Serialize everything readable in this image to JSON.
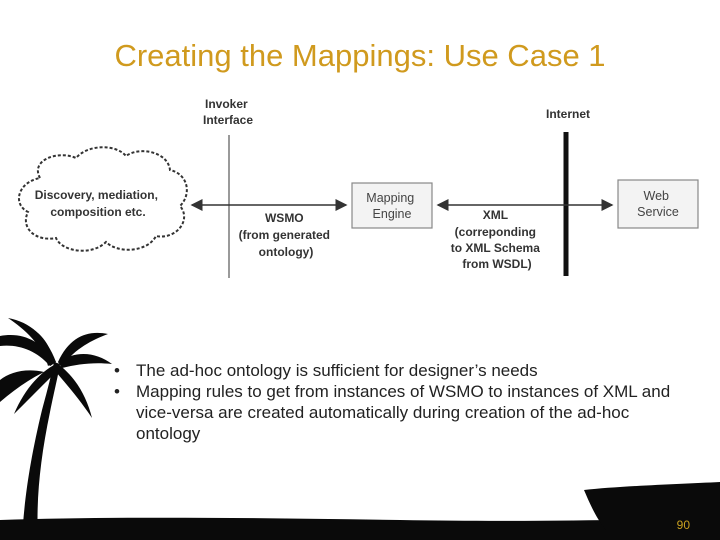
{
  "slide": {
    "title": "Creating the Mappings: Use Case 1",
    "page_number": "90"
  },
  "diagram": {
    "invoker_interface": [
      "Invoker",
      "Interface"
    ],
    "internet": "Internet",
    "cloud": [
      "Discovery, mediation,",
      "composition etc."
    ],
    "mapping_engine": [
      "Mapping",
      "Engine"
    ],
    "web_service": [
      "Web",
      "Service"
    ],
    "wsmo_label": [
      "WSMO",
      "(from generated",
      "ontology)"
    ],
    "xml_label": [
      "XML",
      "(correponding",
      "to XML Schema",
      "from WSDL)"
    ]
  },
  "bullets": [
    "The ad-hoc ontology is sufficient for designer’s needs",
    "Mapping rules to get from instances of WSMO to instances of XML and vice-versa are created automatically during creation of the ad-hoc ontology"
  ],
  "colors": {
    "title": "#d09a1e",
    "page_number": "#c8a020",
    "silhouette": "#0a0a0a"
  }
}
